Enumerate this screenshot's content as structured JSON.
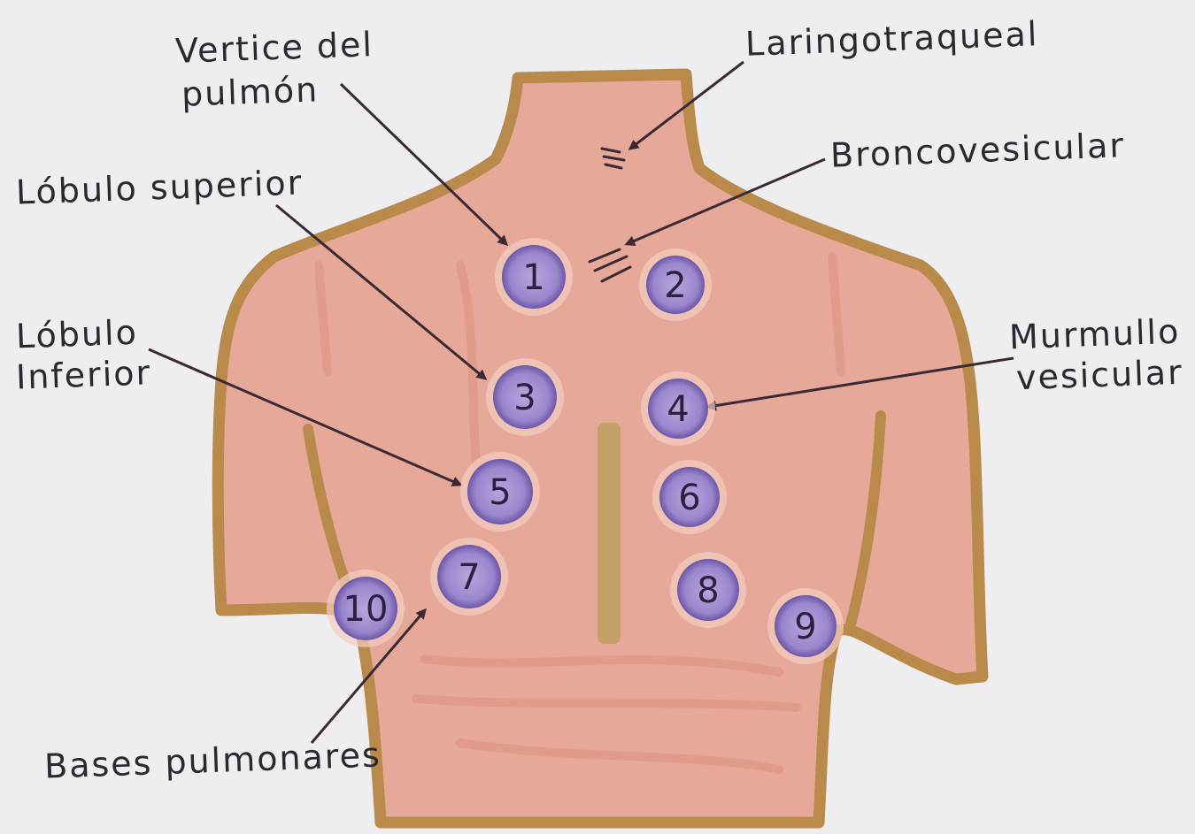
{
  "labels": {
    "vertice": [
      "Vertice del",
      "pulmón"
    ],
    "lobulo_superior": "Lóbulo superior",
    "lobulo_inferior": [
      "Lóbulo",
      "Inferior"
    ],
    "laringotraqueal": "Laringotraqueal",
    "broncovesicular": "Broncovesicular",
    "murmullo_vesicular": [
      "Murmullo",
      "vesicular"
    ],
    "bases_pulmonares": "Bases pulmonares"
  },
  "points": [
    {
      "n": "1"
    },
    {
      "n": "2"
    },
    {
      "n": "3"
    },
    {
      "n": "4"
    },
    {
      "n": "5"
    },
    {
      "n": "6"
    },
    {
      "n": "7"
    },
    {
      "n": "8"
    },
    {
      "n": "9"
    },
    {
      "n": "10"
    }
  ],
  "colors": {
    "skin": "#e6a898",
    "outline": "#b98a4a",
    "circle": "#9a86cc",
    "circle_edge": "#6c56a8",
    "ink": "#2a2830"
  }
}
